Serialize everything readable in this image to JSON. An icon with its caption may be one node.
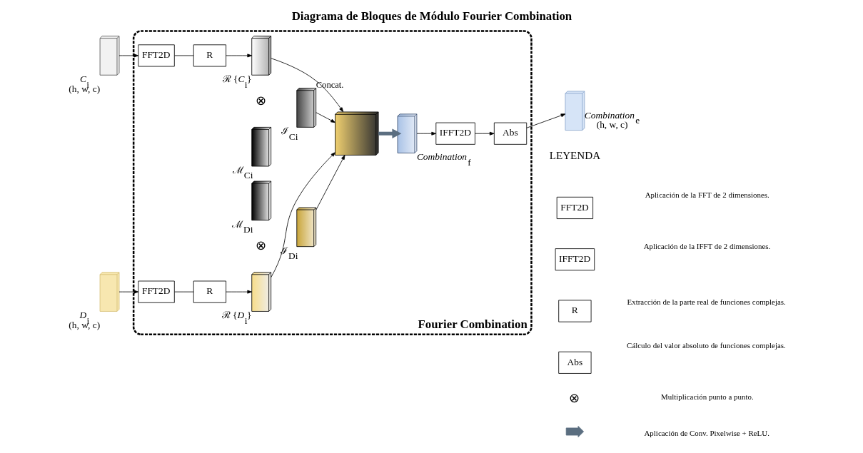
{
  "diagram": {
    "title": "Diagrama de Bloques de Módulo Fourier Combination",
    "nodes": [
      {
        "text": [
          "Fourier Combination"
        ]
      },
      {
        "text": [
          "*C*$_{i}$"
        ],
        "beside": [
          "(h, w, c)"
        ]
      },
      {
        "text": [
          "*D*$_{i}$"
        ],
        "beside": [
          "(h, w, c)"
        ]
      },
      {
        "text": [
          "FFT2D"
        ],
        "in": 0
      },
      {
        "text": [
          "R"
        ],
        "in": 0
      },
      {
        "text": [
          "ℛ {*C*$_{i}$}"
        ],
        "in": 0
      },
      {
        "text": [
          "⊗"
        ],
        "in": 0
      },
      {
        "text": [
          "ℳ$_{Ci}$"
        ],
        "in": 0
      },
      {
        "text": [
          "ℐ$_{Ci}$"
        ],
        "in": 0
      },
      {
        "text": [
          "ℳ$_{Di}$"
        ],
        "in": 0
      },
      {
        "text": [
          "⊗"
        ],
        "in": 0
      },
      {
        "text": [
          "ℐ$_{Di}$"
        ],
        "in": 0
      },
      {
        "text": [
          "ℛ {*D*$_{i}$}"
        ],
        "in": 0
      },
      {
        "text": [
          "FFT2D"
        ],
        "in": 0
      },
      {
        "text": [
          "R"
        ],
        "in": 0
      },
      {
        "text": [],
        "shape": "box",
        "in": 0
      },
      {
        "text": [
          "*Combination*$_{f}$"
        ],
        "in": 0
      },
      {
        "text": [
          "IFFT2D"
        ],
        "in": 0
      },
      {
        "text": [
          "Abs"
        ],
        "in": 0
      },
      {
        "text": [
          "*Combination*$_{e}$"
        ],
        "beside": [
          "(h, w, c)"
        ]
      },
      {
        "text": [
          "FFT2D"
        ]
      },
      {
        "text": [
          "IFFT2D"
        ]
      },
      {
        "text": [
          "R"
        ]
      },
      {
        "text": [
          "Abs"
        ]
      }
    ],
    "edges": [
      {
        "from": 1,
        "to": 3,
        "arrow": "to"
      },
      {
        "from": 3,
        "to": 4,
        "arrow": "none"
      },
      {
        "from": 4,
        "to": 5,
        "arrow": "to"
      },
      {
        "from": 5,
        "to": 15,
        "arrow": "to",
        "label": "Concat."
      },
      {
        "from": 8,
        "to": 15,
        "arrow": "to"
      },
      {
        "from": 11,
        "to": 15,
        "arrow": "to"
      },
      {
        "from": 12,
        "to": 15,
        "arrow": "to"
      },
      {
        "from": 2,
        "to": 13,
        "arrow": "to"
      },
      {
        "from": 13,
        "to": 14,
        "arrow": "none"
      },
      {
        "from": 14,
        "to": 12,
        "arrow": "to"
      },
      {
        "from": 15,
        "to": 16,
        "arrow": "to",
        "style": "thick",
        "color": "#5b6e80"
      },
      {
        "from": 16,
        "to": 17,
        "arrow": "to"
      },
      {
        "from": 17,
        "to": 18,
        "arrow": "to"
      },
      {
        "from": 18,
        "to": 19,
        "arrow": "to"
      }
    ],
    "labels": [
      "LEYENDA",
      "⊗"
    ],
    "legend": [
      {
        "text": "Aplicación de la FFT de 2 dimensiones."
      },
      {
        "text": "Aplicación de la IFFT de 2 dimensiones."
      },
      {
        "text": "Extracción de la parte real de funciones complejas."
      },
      {
        "text": "Cálculo del valor absoluto de funciones complejas."
      },
      {
        "text": "Multiplicación punto a punto."
      },
      {
        "text": "Aplicación de Conv. Pixelwise + ReLU."
      }
    ]
  }
}
